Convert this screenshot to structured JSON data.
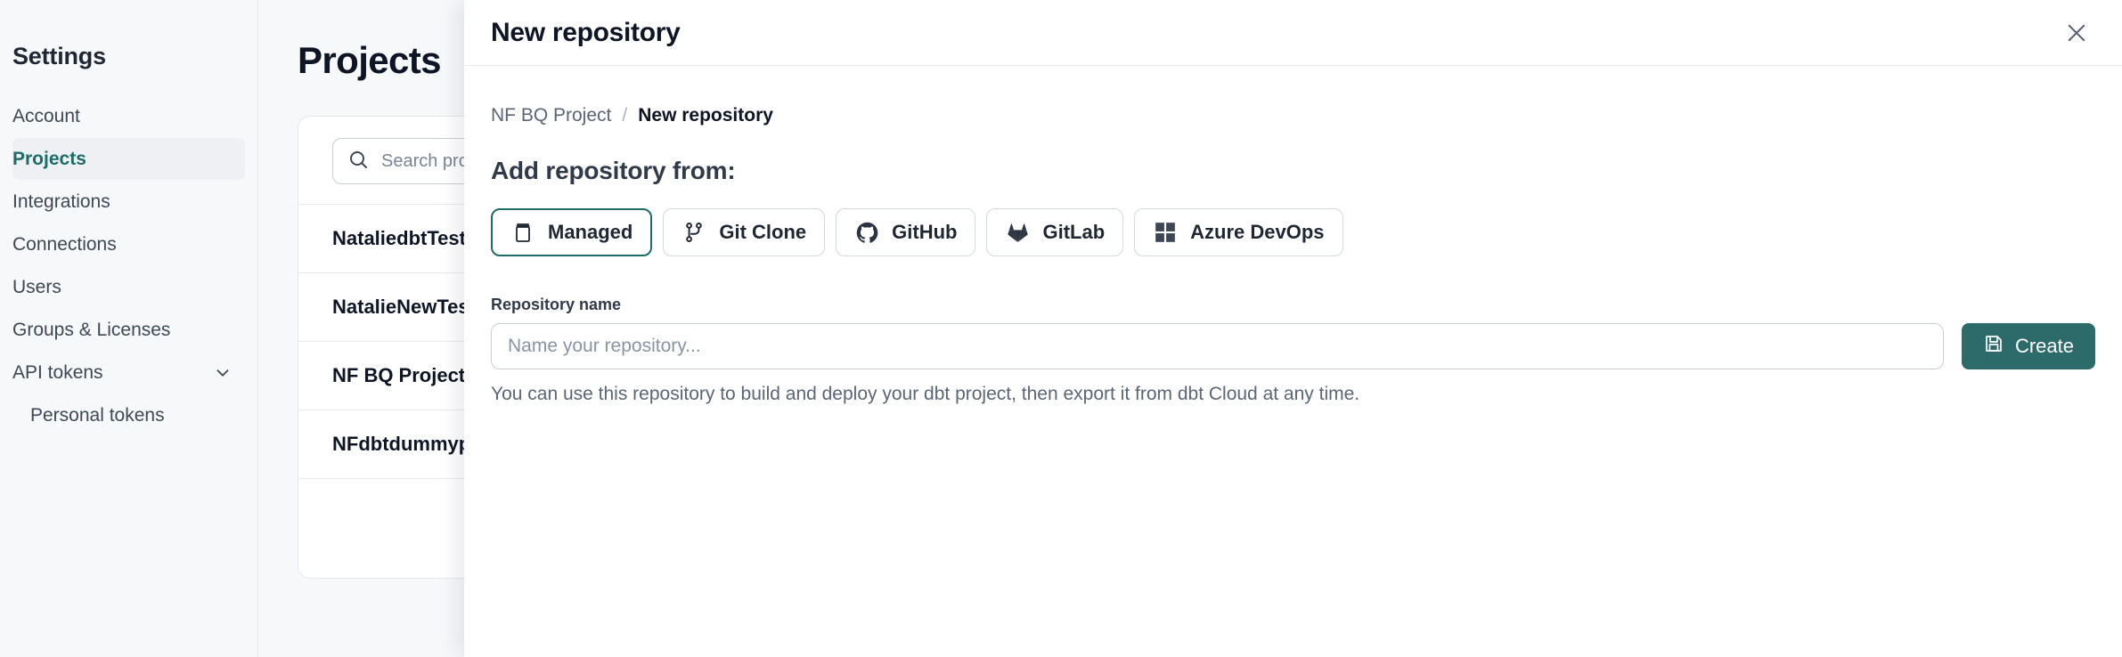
{
  "sidebar": {
    "title": "Settings",
    "items": [
      {
        "label": "Account",
        "icon": "",
        "active": false,
        "sub": false
      },
      {
        "label": "Projects",
        "icon": "",
        "active": true,
        "sub": false
      },
      {
        "label": "Integrations",
        "icon": "",
        "active": false,
        "sub": false
      },
      {
        "label": "Connections",
        "icon": "",
        "active": false,
        "sub": false
      },
      {
        "label": "Users",
        "icon": "",
        "active": false,
        "sub": false
      },
      {
        "label": "Groups & Licenses",
        "icon": "",
        "active": false,
        "sub": false
      },
      {
        "label": "API tokens",
        "icon": "chevron-down-icon",
        "active": false,
        "sub": false
      },
      {
        "label": "Personal tokens",
        "icon": "",
        "active": false,
        "sub": true
      }
    ]
  },
  "main": {
    "page_title": "Projects",
    "search": {
      "icon": "search-icon",
      "placeholder": "Search projects by name...",
      "value": ""
    },
    "projects": [
      {
        "name": "NataliedbtTestLearn T"
      },
      {
        "name": "NatalieNewTest"
      },
      {
        "name": "NF BQ Project"
      },
      {
        "name": "NFdbtdummyproject"
      }
    ]
  },
  "modal": {
    "title": "New repository",
    "close_icon": "close-icon",
    "breadcrumb": {
      "parent": "NF BQ Project",
      "separator": "/",
      "current": "New repository"
    },
    "section_heading": "Add repository from:",
    "sources": [
      {
        "label": "Managed",
        "icon": "book-icon",
        "selected": true
      },
      {
        "label": "Git Clone",
        "icon": "git-branch-icon",
        "selected": false
      },
      {
        "label": "GitHub",
        "icon": "github-icon",
        "selected": false
      },
      {
        "label": "GitLab",
        "icon": "gitlab-icon",
        "selected": false
      },
      {
        "label": "Azure DevOps",
        "icon": "azure-devops-icon",
        "selected": false
      }
    ],
    "repository_name": {
      "label": "Repository name",
      "placeholder": "Name your repository...",
      "value": ""
    },
    "create_button": {
      "label": "Create",
      "icon": "save-icon"
    },
    "helper_text": "You can use this repository to build and deploy your dbt project, then export it from dbt Cloud at any time."
  },
  "colors": {
    "accent_teal": "#1c6c68",
    "create_button_bg": "#2d6b6b",
    "text_dark": "#0e1626",
    "text_muted": "#5b6575",
    "page_bg": "#f7f8fa",
    "border": "#e4e7ec"
  }
}
